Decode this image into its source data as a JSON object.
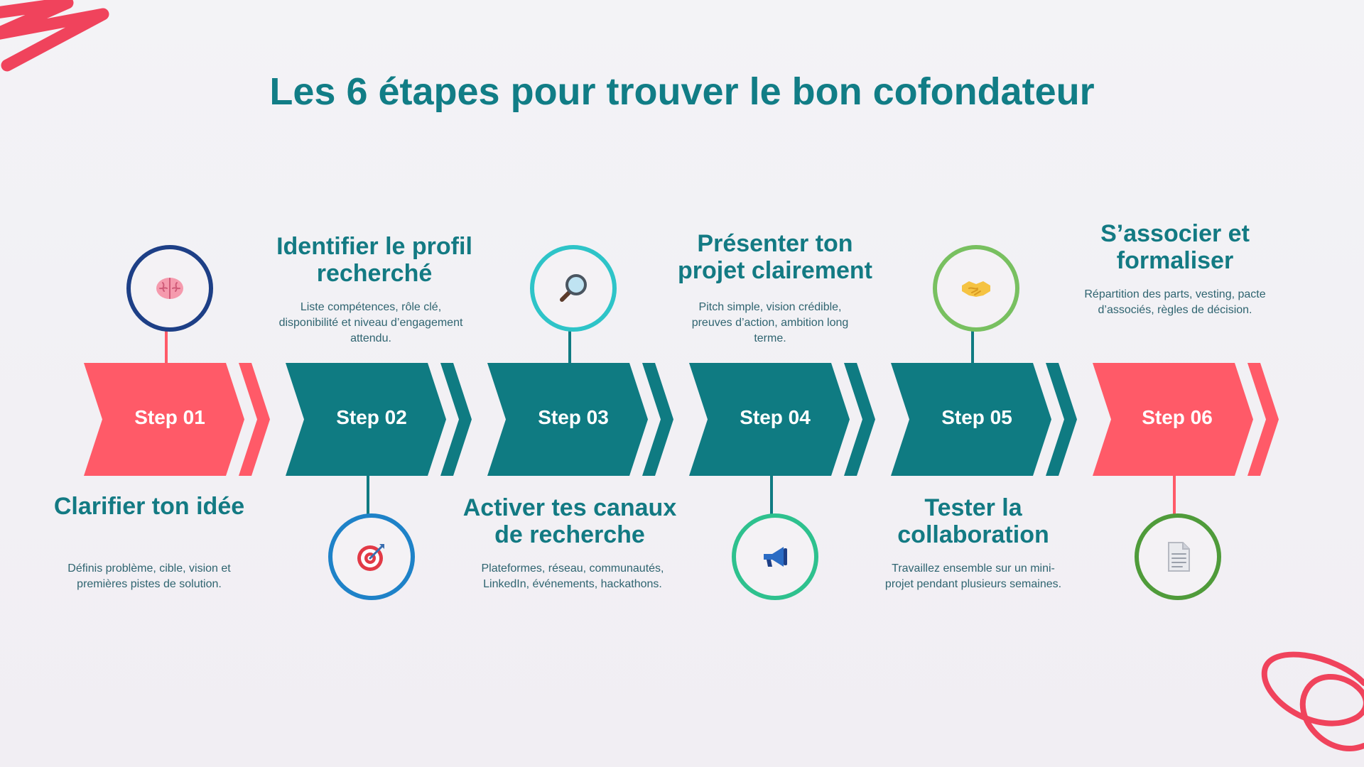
{
  "title": "Les 6 étapes pour trouver le bon cofondateur",
  "colors": {
    "coral": "#ff5a68",
    "teal": "#0f7b82",
    "title": "#117d86",
    "deco": "#f0435c"
  },
  "steps": [
    {
      "label": "Step 01",
      "title": "Clarifier ton idée",
      "description": "Définis problème, cible, vision et premières pistes de solution.",
      "icon": "brain-icon",
      "circle_color": "#1d3f86",
      "connector_color": "#ff5a68",
      "chevron_color": "#ff5a68",
      "position": "bottom"
    },
    {
      "label": "Step 02",
      "title": "Identifier le profil recherché",
      "description": "Liste compétences, rôle clé, disponibilité et niveau d’engagement attendu.",
      "icon": "target-icon",
      "circle_color": "#1e82c8",
      "connector_color": "#0f7b82",
      "chevron_color": "#0f7b82",
      "position": "top"
    },
    {
      "label": "Step 03",
      "title": "Activer tes canaux de recherche",
      "description": "Plateformes, réseau, communautés, LinkedIn, événements, hackathons.",
      "icon": "magnifying-glass-icon",
      "circle_color": "#2ec4c8",
      "connector_color": "#0f7b82",
      "chevron_color": "#0f7b82",
      "position": "bottom"
    },
    {
      "label": "Step 04",
      "title": "Présenter ton projet clairement",
      "description": "Pitch simple, vision crédible, preuves d’action, ambition long terme.",
      "icon": "megaphone-icon",
      "circle_color": "#2ec18e",
      "connector_color": "#0f7b82",
      "chevron_color": "#0f7b82",
      "position": "top"
    },
    {
      "label": "Step 05",
      "title": "Tester la collaboration",
      "description": "Travaillez ensemble sur un mini-projet pendant plusieurs semaines.",
      "icon": "handshake-icon",
      "circle_color": "#78c060",
      "connector_color": "#0f7b82",
      "chevron_color": "#0f7b82",
      "position": "bottom"
    },
    {
      "label": "Step 06",
      "title": "S’associer et formaliser",
      "description": "Répartition des parts, vesting, pacte d’associés, règles de décision.",
      "icon": "document-icon",
      "circle_color": "#4f9b3a",
      "connector_color": "#ff5a68",
      "chevron_color": "#ff5a68",
      "position": "top"
    }
  ]
}
